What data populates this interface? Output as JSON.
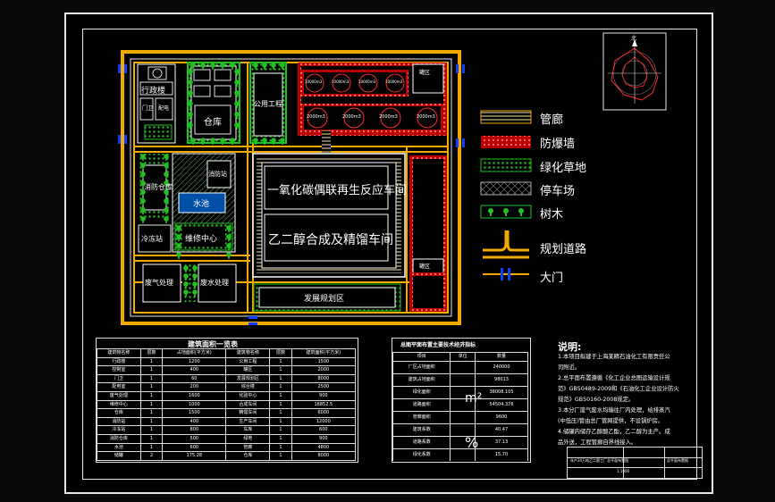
{
  "plan": {
    "north_arrow": "北",
    "buildings": {
      "office": "行政楼",
      "warehouse": "仓库",
      "utility": "公用工程",
      "tank_a": "罐区",
      "tank_b": "罐区",
      "reactor": "一氧化碳偶联再生反应车间",
      "synthesis": "乙二醇合成及精馏车间",
      "fire_station": "消防站",
      "fire_warehouse": "消防仓库",
      "pool": "水池",
      "cooling": "冷冻站",
      "maintenance": "维修中心",
      "waste_gas": "废气处理",
      "waste_water": "废水处理",
      "dev_area": "发展规划区",
      "plant_small_1": "门卫",
      "plant_small_2": "配电",
      "tank_labels": [
        "2000m3",
        "2000m3",
        "2000m3",
        "2000m3"
      ],
      "tank_top_labels": [
        "10000m3",
        "10000m3",
        "10000m3",
        "10000m3"
      ]
    }
  },
  "legend": {
    "items": [
      {
        "label": "管廊",
        "kind": "pipe"
      },
      {
        "label": "防爆墙",
        "kind": "wall"
      },
      {
        "label": "绿化草地",
        "kind": "grass"
      },
      {
        "label": "停车场",
        "kind": "parking"
      },
      {
        "label": "树木",
        "kind": "tree"
      },
      {
        "label": "规划道路",
        "kind": "road"
      },
      {
        "label": "大门",
        "kind": "gate"
      }
    ]
  },
  "building_table": {
    "title": "建筑面积一览表",
    "headers": [
      "建筑物名称",
      "层数",
      "占地面积(平方米)",
      "建筑物名称",
      "层数",
      "建筑面积(平方米)"
    ],
    "rows": [
      [
        "行政楼",
        "1",
        "1200",
        "公用工程",
        "1",
        "1500"
      ],
      [
        "控制室",
        "1",
        "400",
        "罐区",
        "1",
        "2000"
      ],
      [
        "门卫",
        "1",
        "60",
        "发展规划区",
        "1",
        "8000"
      ],
      [
        "配电室",
        "1",
        "200",
        "综合楼",
        "1",
        "2500"
      ],
      [
        "废气处理",
        "1",
        "1600",
        "化验中心",
        "1",
        "900"
      ],
      [
        "维修中心",
        "1",
        "1000",
        "合成车间",
        "1",
        "16852.5"
      ],
      [
        "仓库",
        "1",
        "1500",
        "精馏车间",
        "1",
        "6000"
      ],
      [
        "消防站",
        "1",
        "400",
        "生产车间",
        "1",
        "12000"
      ],
      [
        "冷冻站",
        "1",
        "800",
        "车库",
        "1",
        "600"
      ],
      [
        "消防仓库",
        "1",
        "500",
        "绿地",
        "1",
        "900"
      ],
      [
        "水池",
        "1",
        "600",
        "管廊",
        "1",
        "4800"
      ],
      [
        "储罐",
        "2",
        "175.28",
        "仓库",
        "1",
        "8000"
      ],
      [
        "污水池",
        "1",
        "460",
        "道路",
        "1",
        "212.56"
      ],
      [
        "停车场",
        "1",
        "500",
        "合计",
        "1",
        "8000"
      ]
    ]
  },
  "tech_table": {
    "title": "总图平面布置主要技术经济指标",
    "headers": [
      "项目",
      "单位",
      "数量"
    ],
    "rows": [
      [
        "厂区占地面积",
        "",
        "240000"
      ],
      [
        "建筑占地面积",
        "",
        "98013"
      ],
      [
        "绿化面积",
        "",
        "38008.105"
      ],
      [
        "道路面积",
        "",
        "54504.376"
      ],
      [
        "管廊面积",
        "",
        "9600"
      ],
      [
        "建筑系数",
        "",
        "40.47"
      ],
      [
        "道路系数",
        "",
        "37.13"
      ],
      [
        "绿化系数",
        "",
        "15.70"
      ]
    ],
    "unit_area": "m²",
    "unit_pct": "%"
  },
  "notes": {
    "title": "说明:",
    "lines": [
      "1.本项目拟建于上海某精石油化工有限责任公",
      "司附近。",
      "2.总平面布置遵循《化工企业总图运输设计规",
      "范》GB50489-2009和《石油化工企业设计防火",
      "规范》GB50160-2008规定。",
      "3.本分厂废气废水均输往厂内处理，给排蒸汽",
      "(中低压)管由总厂管网提供，不设锅炉房。",
      "4.储罐内储存乙醇酸乙酯，乙二醇为主产。成",
      "品外送，工程管廊自界线接入。"
    ]
  },
  "title_block": {
    "project": "年产20万吨乙二醇工厂总平面布置图",
    "scale": "1:1000",
    "sheet": "总平面布置图"
  },
  "colors": {
    "road": "#f2a900",
    "wall": "#ff2020",
    "grass": "#22c022",
    "line": "#e6e6e6",
    "ring": "#ff2a2a"
  }
}
